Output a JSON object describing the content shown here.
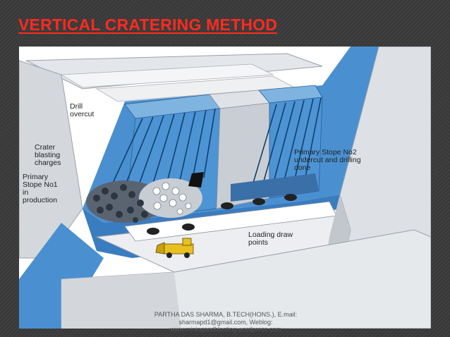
{
  "slide": {
    "title": "VERTICAL CRATERING METHOD",
    "title_color": "#ff2a1f",
    "background_color": "#3a3a3a"
  },
  "diagram": {
    "labels": {
      "drill": "Drill",
      "overcut": "overcut",
      "crater": "Crater",
      "blasting": "blasting",
      "charges": "charges",
      "primary": "Primary",
      "stope_no1": "Stope No1",
      "in": "in",
      "production": "production",
      "stope2_line1": "Primary Stope No2",
      "stope2_line2": "undercut and drilling",
      "stope2_line3": "done",
      "loading_line1": "Loading draw",
      "loading_line2": "points"
    },
    "colors": {
      "ore_blue": "#4a90d0",
      "dark_blue": "#2e6fb4",
      "rock_grey": "#dfe3e8",
      "shadow_grey": "#b9bfc6"
    }
  },
  "footer": {
    "line1": "PARTHA DAS SHARMA, B.TECH(HONS.), E.mail:",
    "line2": "sharmapd1@gmail.com, Weblog:",
    "line3": "www.miningandblasting.wordpress.com"
  }
}
